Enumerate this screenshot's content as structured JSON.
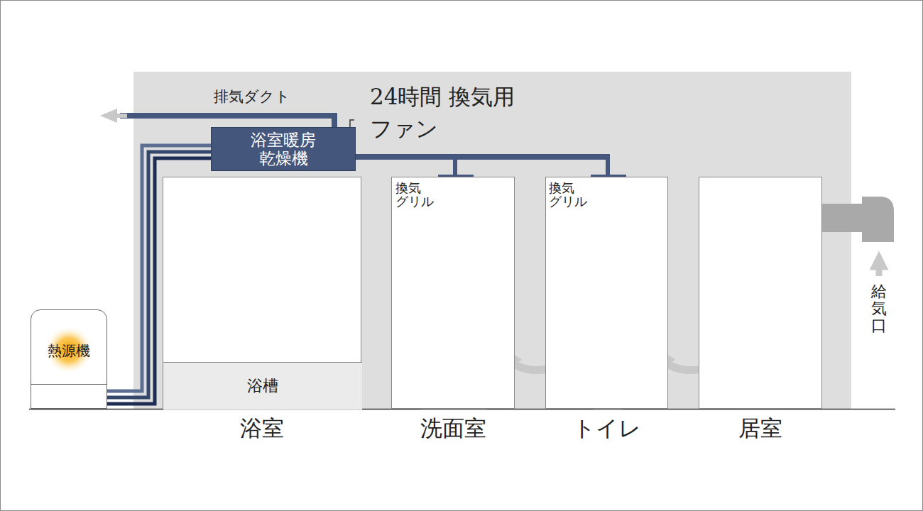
{
  "diagram": {
    "nodes": [
      {
        "text": [
          "浴室暖房 乾燥機"
        ]
      },
      {
        "text": [
          "浴室"
        ]
      },
      {
        "text": [
          "浴槽"
        ],
        "in": 1
      },
      {
        "text": [
          "洗面室"
        ]
      },
      {
        "text": [
          "トイレ"
        ]
      },
      {
        "text": [
          "居室"
        ]
      },
      {
        "text": [
          "熱源機"
        ]
      }
    ],
    "edges": [
      {
        "from": 6,
        "to": 0,
        "arrow": "none"
      }
    ],
    "labels": [
      "排気ダクト",
      "24時間 換気用ファン",
      "換気 グリル",
      "換気 グリル",
      "給気口"
    ]
  }
}
